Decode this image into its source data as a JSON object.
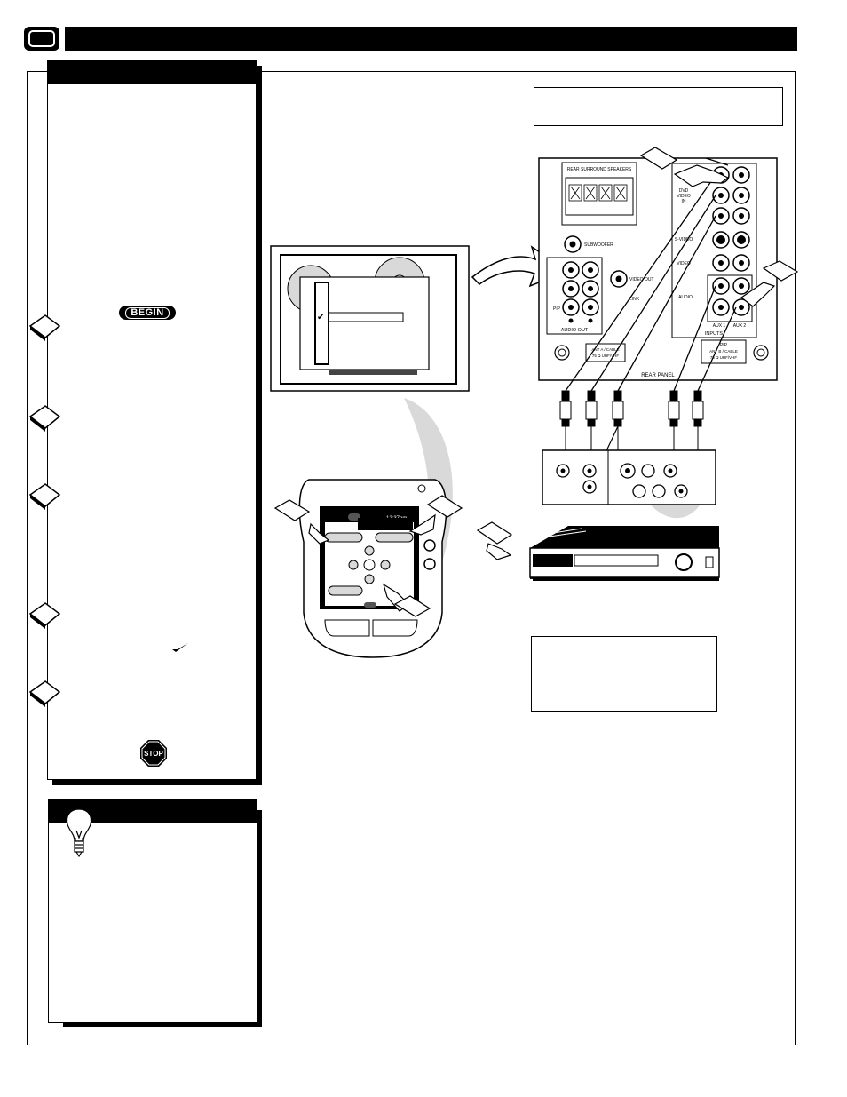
{
  "sidebar": {
    "begin_label": "BEGIN",
    "stop_label": "STOP"
  },
  "remote": {
    "clock": "12:37pm"
  },
  "tv_menu": {
    "check_mark": "✔"
  },
  "rear_panel": {
    "speakers_label": "REAR SURROUND SPEAKERS",
    "subwoofer_label": "SUBWOOFER",
    "video_out_label": "VIDEO OUT",
    "link_label": "LINK",
    "audio_out_label": "AUDIO OUT",
    "pip_label": "PIP",
    "dvd_label": "DVD",
    "video_label": "VIDEO",
    "in_label": "IN",
    "svideo_label": "S-VIDEO",
    "video2_label": "VIDEO",
    "audio_label": "AUDIO",
    "aux1_label": "AUX 1",
    "aux2_label": "AUX 2",
    "inputs_label": "INPUTS",
    "ant_a_label": "ANT A / CABLE",
    "ant_a_sub": "75 Ω UHF/VHF",
    "ant_b_title": "PIP",
    "ant_b_label": "ANT B / CABLE",
    "ant_b_sub": "75 Ω UHF/VHF",
    "panel_label": "REAR PANEL"
  },
  "colors": {
    "ink": "#000000",
    "paper": "#ffffff",
    "tint": "#d9d9d9"
  }
}
